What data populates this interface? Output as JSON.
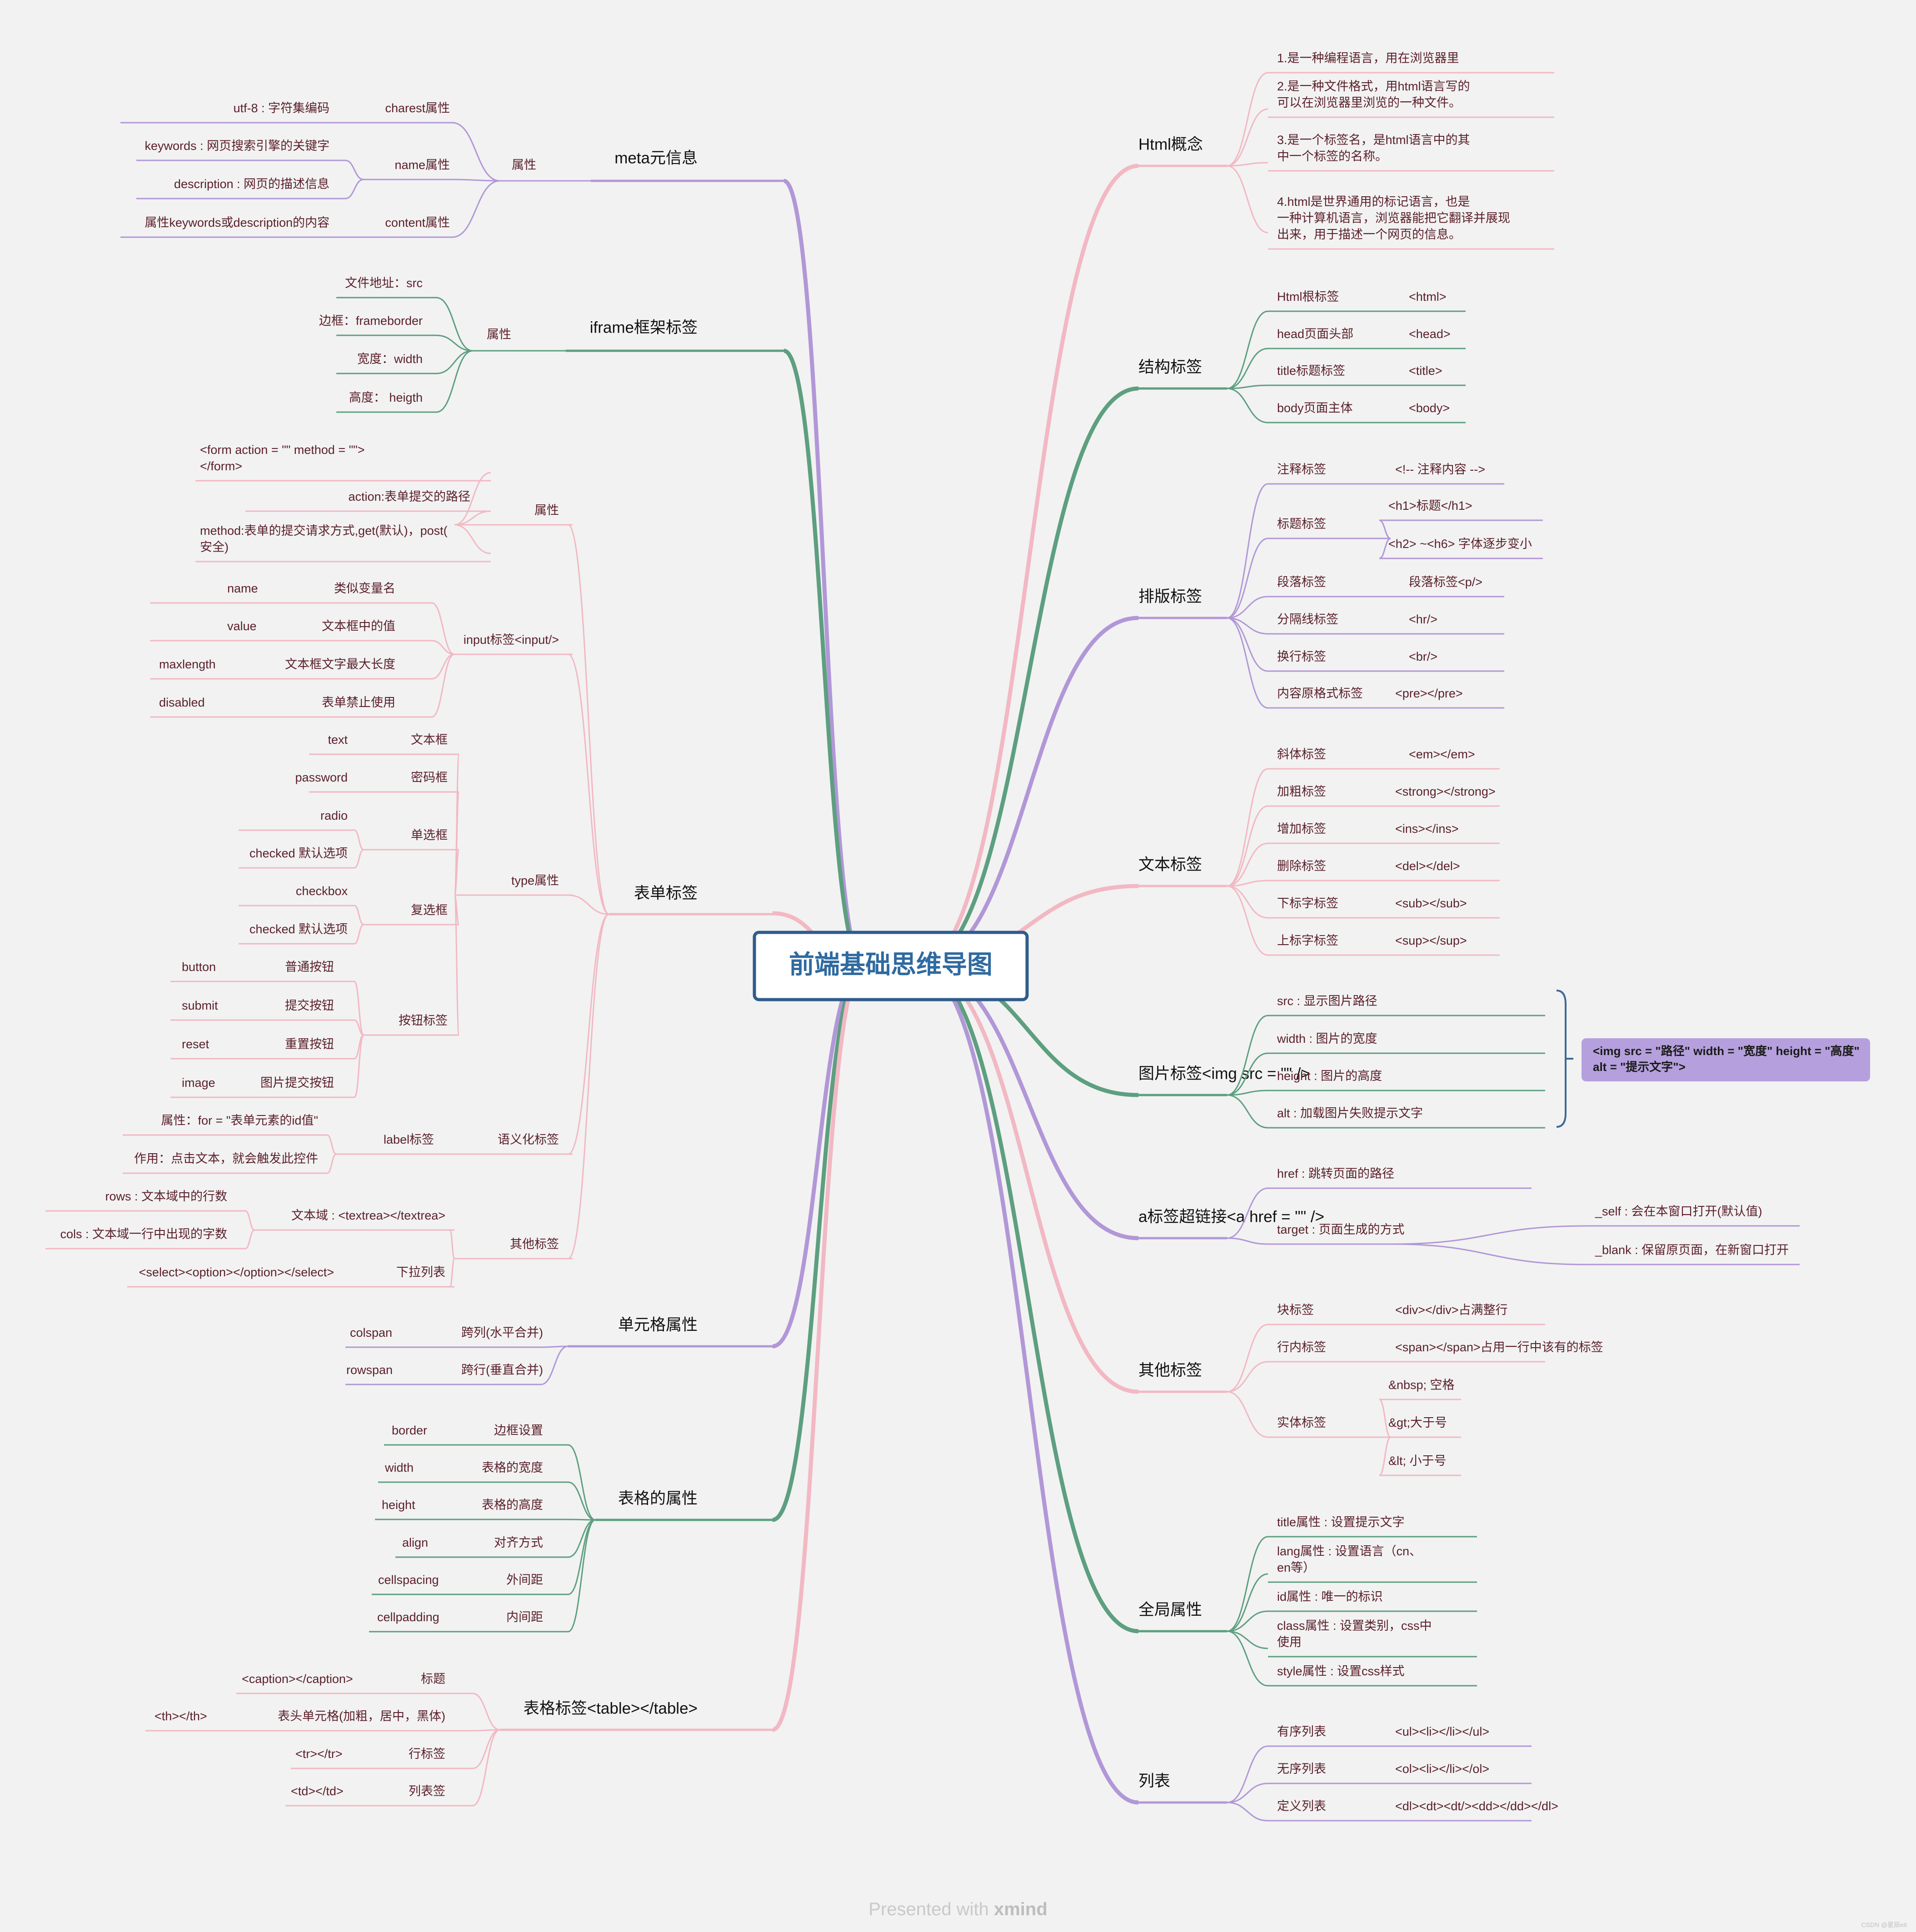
{
  "title": "前端基础思维导图",
  "footer": {
    "presented": "Presented with",
    "brand": "xmind"
  },
  "credit": "CSDN @星辰eit",
  "colors": {
    "green": "#5d9f80",
    "pink": "#f2b8c3",
    "purple": "#b197d7",
    "root_border": "#2f5d8a",
    "note_fill": "#b5a0dd"
  },
  "right": [
    {
      "label": "Html概念",
      "color": "pink",
      "children": [
        {
          "text": "1.是一种编程语言，用在浏览器里"
        },
        {
          "text": "2.是一种文件格式，用html语言写的可以在浏览器里浏览的一种文件。"
        },
        {
          "text": "3.是一个标签名，是html语言中的其中一个标签的名称。"
        },
        {
          "text": "4.html是世界通用的标记语言，也是一种计算机语言，浏览器能把它翻译并展现出来，用于描述一个网页的信息。"
        }
      ]
    },
    {
      "label": "结构标签",
      "color": "green",
      "children": [
        {
          "text": "Html根标签",
          "tag": "<html>"
        },
        {
          "text": "head页面头部",
          "tag": "<head>"
        },
        {
          "text": "title标题标签",
          "tag": "<title>"
        },
        {
          "text": "body页面主体",
          "tag": "<body>"
        }
      ]
    },
    {
      "label": "排版标签",
      "color": "purple",
      "children": [
        {
          "text": "注释标签",
          "tag": "<!-- 注释内容 -->"
        },
        {
          "text": "标题标签",
          "children": [
            {
              "text": "<h1>标题</h1>"
            },
            {
              "text": "<h2> ~<h6> 字体逐步变小"
            }
          ]
        },
        {
          "text": "段落标签",
          "tag": "段落标签<p/>"
        },
        {
          "text": "分隔线标签",
          "tag": "<hr/>"
        },
        {
          "text": "换行标签",
          "tag": "<br/>"
        },
        {
          "text": "内容原格式标签",
          "tag": "<pre></pre>"
        }
      ]
    },
    {
      "label": "文本标签",
      "color": "pink",
      "children": [
        {
          "text": "斜体标签",
          "tag": "<em></em>"
        },
        {
          "text": "加粗标签",
          "tag": "<strong></strong>"
        },
        {
          "text": "增加标签",
          "tag": "<ins></ins>"
        },
        {
          "text": "删除标签",
          "tag": "<del></del>"
        },
        {
          "text": "下标字标签",
          "tag": "<sub></sub>"
        },
        {
          "text": "上标字标签",
          "tag": "<sup></sup>"
        }
      ]
    },
    {
      "label": "图片标签<img src = \"\" />",
      "color": "green",
      "children": [
        {
          "text": "src : 显示图片路径"
        },
        {
          "text": "width : 图片的宽度"
        },
        {
          "text": "height : 图片的高度"
        },
        {
          "text": "alt : 加载图片失败提示文字"
        }
      ],
      "summary": [
        "<img src = \"路径\" width = \"宽度\" height = \"高度\"",
        "alt = \"提示文字\">"
      ]
    },
    {
      "label": "a标签超链接<a href = \"\" />",
      "color": "purple",
      "children": [
        {
          "text": "href : 跳转页面的路径"
        },
        {
          "text": "target : 页面生成的方式",
          "children": [
            {
              "text": "_self : 会在本窗口打开(默认值)"
            },
            {
              "text": "_blank : 保留原页面，在新窗口打开"
            }
          ]
        }
      ]
    },
    {
      "label": "其他标签",
      "color": "pink",
      "children": [
        {
          "text": "块标签",
          "tag": "<div></div>占满整行"
        },
        {
          "text": "行内标签",
          "tag": "<span></span>占用一行中该有的标签"
        },
        {
          "text": "实体标签",
          "children": [
            {
              "text": "&nbsp;  空格"
            },
            {
              "text": "&gt;大于号"
            },
            {
              "text": "&lt;  小于号"
            }
          ]
        }
      ]
    },
    {
      "label": "全局属性",
      "color": "green",
      "children": [
        {
          "text": "title属性 : 设置提示文字"
        },
        {
          "text": "lang属性 :   设置语言（cn、en等）"
        },
        {
          "text": "id属性 :   唯一的标识"
        },
        {
          "text": "class属性 : 设置类别，css中使用"
        },
        {
          "text": "style属性 :   设置css样式"
        }
      ]
    },
    {
      "label": "列表",
      "color": "purple",
      "children": [
        {
          "text": "有序列表",
          "tag": "<ul><li></li></ul>"
        },
        {
          "text": "无序列表",
          "tag": "<ol><li></li></ol>"
        },
        {
          "text": "定义列表",
          "tag": "<dl><dt><dt/><dd></dd></dl>"
        }
      ]
    }
  ],
  "left": [
    {
      "label": "meta元信息",
      "color": "purple",
      "children": [
        {
          "text": "属性",
          "children": [
            {
              "text": "charest属性",
              "children": [
                {
                  "text": "utf-8 : 字符集编码"
                }
              ]
            },
            {
              "text": "name属性",
              "children": [
                {
                  "text": "keywords : 网页搜索引擎的关键字"
                },
                {
                  "text": "description :   网页的描述信息"
                }
              ]
            },
            {
              "text": "content属性",
              "children": [
                {
                  "text": "属性keywords或description的内容"
                }
              ]
            }
          ]
        }
      ]
    },
    {
      "label": "iframe框架标签",
      "color": "green",
      "children": [
        {
          "text": "属性",
          "children": [
            {
              "text": "文件地址：src"
            },
            {
              "text": "边框：frameborder"
            },
            {
              "text": "宽度：width"
            },
            {
              "text": "高度：  heigth"
            }
          ]
        }
      ]
    },
    {
      "label": "表单标签",
      "color": "pink",
      "children": [
        {
          "text": "属性",
          "children": [
            {
              "text": "<form action = \"\" method = \"\"></form>"
            },
            {
              "text": "action:表单提交的路径"
            },
            {
              "text": "method:表单的提交请求方式,get(默认)，post(安全)"
            }
          ]
        },
        {
          "text": "input标签<input/>",
          "children": [
            {
              "text": "类似变量名",
              "tag": "name"
            },
            {
              "text": "文本框中的值",
              "tag": "value"
            },
            {
              "text": "文本框文字最大长度",
              "tag": "maxlength"
            },
            {
              "text": "表单禁止使用",
              "tag": "disabled"
            }
          ]
        },
        {
          "text": "type属性",
          "children": [
            {
              "text": "文本框",
              "tag": "text"
            },
            {
              "text": "密码框",
              "tag": "password"
            },
            {
              "text": "单选框",
              "children": [
                {
                  "text": "radio"
                },
                {
                  "text": "checked 默认选项"
                }
              ]
            },
            {
              "text": "复选框",
              "children": [
                {
                  "text": "checkbox"
                },
                {
                  "text": "checked 默认选项"
                }
              ]
            },
            {
              "text": "按钮标签",
              "children": [
                {
                  "text": "普通按钮",
                  "tag": "button"
                },
                {
                  "text": "提交按钮",
                  "tag": "submit"
                },
                {
                  "text": "重置按钮",
                  "tag": "reset"
                },
                {
                  "text": "图片提交按钮",
                  "tag": "image"
                }
              ]
            }
          ]
        },
        {
          "text": "语义化标签",
          "children": [
            {
              "text": "label标签",
              "children": [
                {
                  "text": "属性：for = \"表单元素的id值\""
                },
                {
                  "text": "作用：点击文本，就会触发此控件"
                }
              ]
            }
          ]
        },
        {
          "text": "其他标签",
          "children": [
            {
              "text": "文本域 : <textrea></textrea>",
              "children": [
                {
                  "text": "rows :   文本域中的行数"
                },
                {
                  "text": "cols : 文本域一行中出现的字数"
                }
              ]
            },
            {
              "text": "下拉列表",
              "children": [
                {
                  "text": "<select><option></option></select>"
                }
              ]
            }
          ]
        }
      ]
    },
    {
      "label": "单元格属性",
      "color": "purple",
      "children": [
        {
          "text": "跨列(水平合并)",
          "tag": "colspan"
        },
        {
          "text": "跨行(垂直合并)",
          "tag": "rowspan"
        }
      ]
    },
    {
      "label": "表格的属性",
      "color": "green",
      "children": [
        {
          "text": "边框设置",
          "tag": "border"
        },
        {
          "text": "表格的宽度",
          "tag": "width"
        },
        {
          "text": "表格的高度",
          "tag": "height"
        },
        {
          "text": "对齐方式",
          "tag": "align"
        },
        {
          "text": "外间距",
          "tag": "cellspacing"
        },
        {
          "text": "内间距",
          "tag": "cellpadding"
        }
      ]
    },
    {
      "label": "表格标签<table></table>",
      "color": "pink",
      "children": [
        {
          "text": "标题",
          "tag": "<caption></caption>"
        },
        {
          "text": "表头单元格(加粗，居中，黑体)",
          "tag": "<th></th>"
        },
        {
          "text": "行标签",
          "tag": "<tr></tr>"
        },
        {
          "text": "列表签",
          "tag": "<td></td>"
        }
      ]
    }
  ]
}
